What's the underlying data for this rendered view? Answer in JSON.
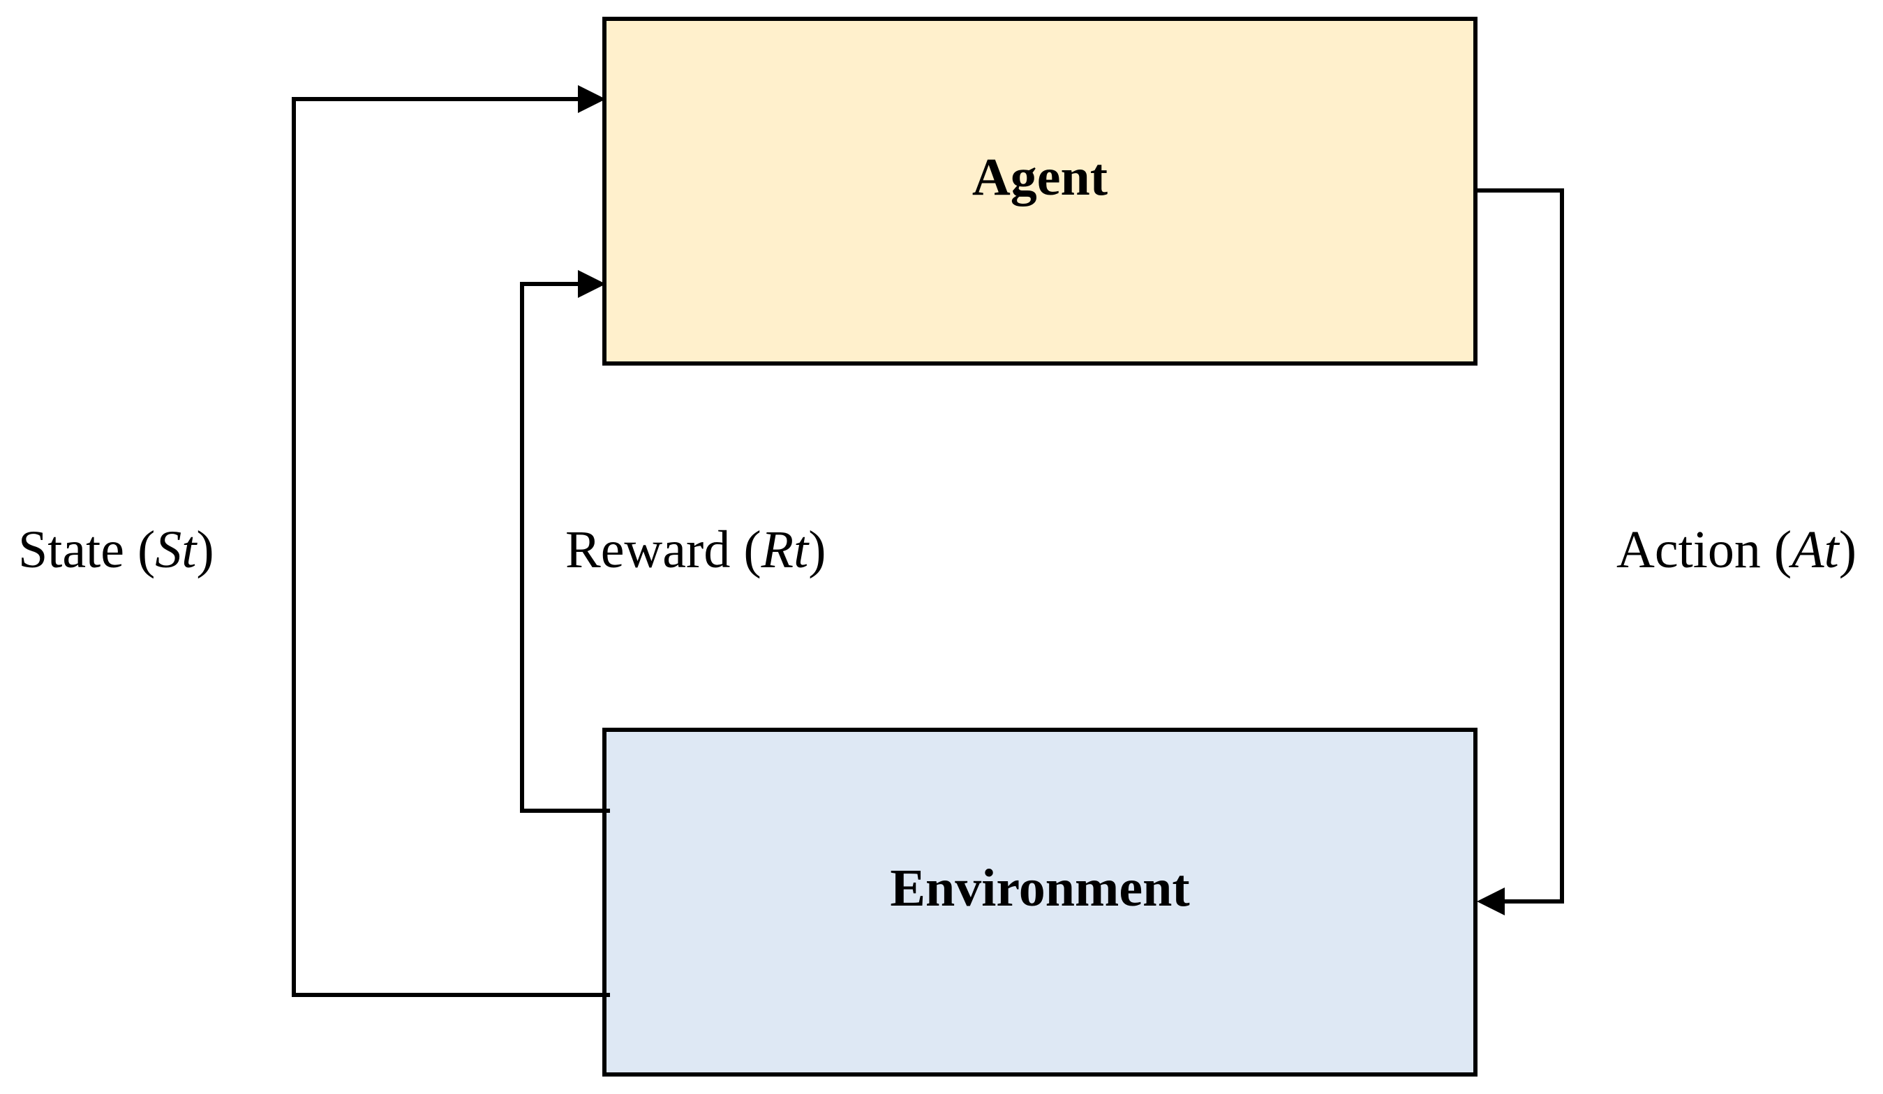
{
  "diagram": {
    "agent": {
      "label": "Agent",
      "fill": "#fff0cc"
    },
    "environment": {
      "label": "Environment",
      "fill": "#dee8f4"
    },
    "stroke_color": "#000000",
    "edges": {
      "state": {
        "prefix": "State (",
        "symbol": "St",
        "suffix": ")"
      },
      "reward": {
        "prefix": "Reward (",
        "symbol": "Rt",
        "suffix": ")"
      },
      "action": {
        "prefix": "Action (",
        "symbol": "At",
        "suffix": ")"
      }
    }
  }
}
